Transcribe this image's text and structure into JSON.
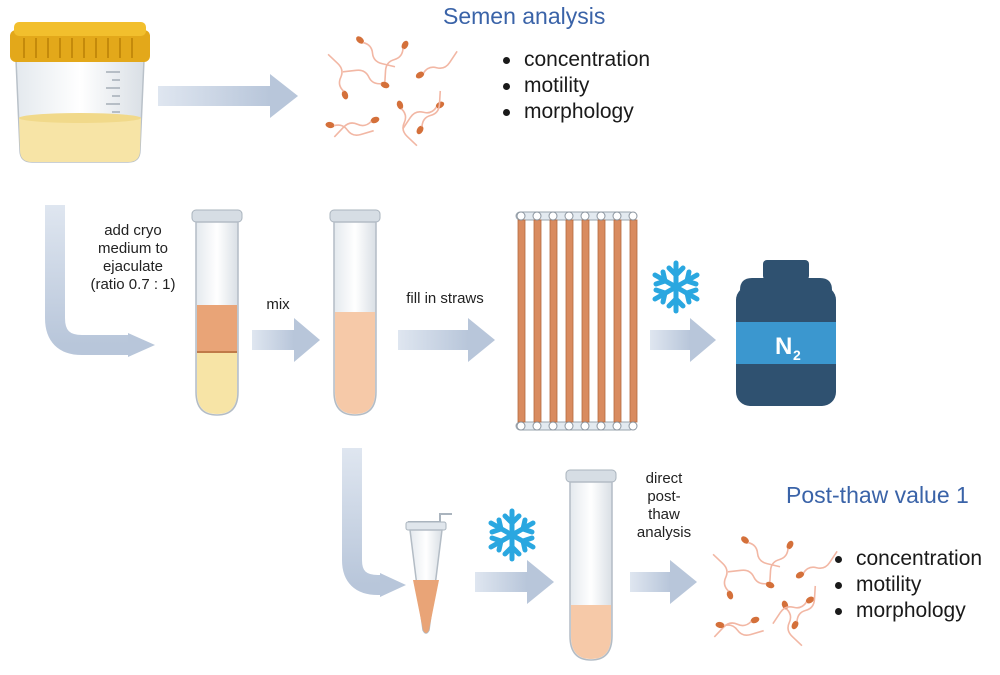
{
  "semen_analysis": {
    "title": "Semen analysis",
    "items": [
      "concentration",
      "motility",
      "morphology"
    ]
  },
  "post_thaw": {
    "title": "Post-thaw value 1",
    "items": [
      "concentration",
      "motility",
      "morphology"
    ]
  },
  "steps": {
    "add_medium": [
      "add cryo",
      "medium to",
      "ejaculate",
      "(ratio 0.7 : 1)"
    ],
    "mix": "mix",
    "fill_straws": "fill in straws",
    "direct_analysis": [
      "direct",
      "post-",
      "thaw",
      "analysis"
    ]
  },
  "nitrogen_tank": {
    "label": "N",
    "subscript": "2"
  },
  "icons": [
    "specimen-cup-icon",
    "sperm-cells-icon",
    "test-tube-icon",
    "straws-icon",
    "snowflake-icon",
    "nitrogen-tank-icon",
    "microtube-icon"
  ],
  "colors": {
    "heading": "#3a63a8",
    "arrow": "#c9d3e3",
    "lid": "#e3a81a",
    "semen": "#f7e4a6",
    "medium": "#e9a477",
    "mixed": "#f6c9a8",
    "snowflake": "#2aa7e0",
    "tank": "#2f5170",
    "tank_band": "#3b97cf"
  }
}
